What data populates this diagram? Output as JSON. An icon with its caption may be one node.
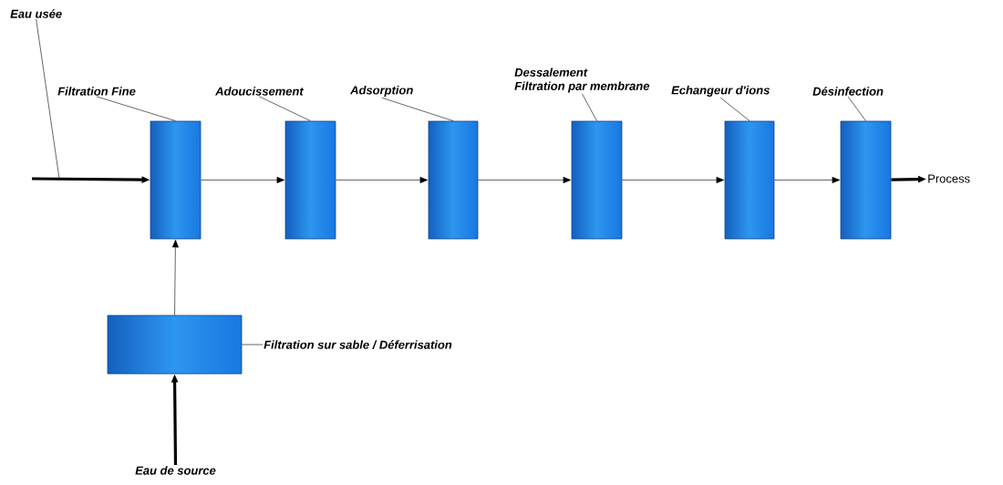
{
  "diagram": {
    "nodes": [
      {
        "text": [
          "Eau usée"
        ]
      },
      {
        "text": [
          "Filtration Fine"
        ]
      },
      {
        "text": [],
        "shape": "box"
      },
      {
        "text": [
          "Adoucissement"
        ]
      },
      {
        "text": [],
        "shape": "box"
      },
      {
        "text": [
          "Adsorption"
        ]
      },
      {
        "text": [],
        "shape": "box"
      },
      {
        "text": [
          "Dessalement",
          "Filtration par membrane"
        ]
      },
      {
        "text": [],
        "shape": "box"
      },
      {
        "text": [
          "Echangeur d'ions"
        ]
      },
      {
        "text": [],
        "shape": "box"
      },
      {
        "text": [
          "Désinfection"
        ]
      },
      {
        "text": [],
        "shape": "box"
      },
      {
        "text": [
          "Process"
        ]
      },
      {
        "text": [],
        "shape": "box"
      },
      {
        "text": [
          "Filtration sur sable / Déferrisation"
        ]
      },
      {
        "text": [
          "Eau de source"
        ]
      }
    ],
    "edges": [
      {
        "from": 0,
        "to": null,
        "arrow": "none"
      },
      {
        "from": null,
        "to": 2,
        "arrow": "to",
        "style": "thick"
      },
      {
        "from": 1,
        "to": 2,
        "arrow": "none"
      },
      {
        "from": 3,
        "to": 4,
        "arrow": "none"
      },
      {
        "from": 5,
        "to": 6,
        "arrow": "none"
      },
      {
        "from": 7,
        "to": 8,
        "arrow": "none"
      },
      {
        "from": 9,
        "to": 10,
        "arrow": "none"
      },
      {
        "from": 11,
        "to": 12,
        "arrow": "none"
      },
      {
        "from": 2,
        "to": 4,
        "arrow": "to"
      },
      {
        "from": 4,
        "to": 6,
        "arrow": "to"
      },
      {
        "from": 6,
        "to": 8,
        "arrow": "to"
      },
      {
        "from": 8,
        "to": 10,
        "arrow": "to"
      },
      {
        "from": 10,
        "to": 12,
        "arrow": "to"
      },
      {
        "from": 12,
        "to": 13,
        "arrow": "to",
        "style": "thick"
      },
      {
        "from": 14,
        "to": 2,
        "arrow": "to"
      },
      {
        "from": 15,
        "to": 14,
        "arrow": "none"
      },
      {
        "from": 16,
        "to": 14,
        "arrow": "to",
        "style": "thick"
      }
    ]
  }
}
